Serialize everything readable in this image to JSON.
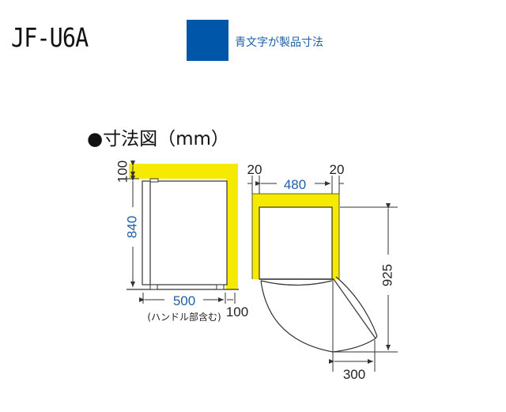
{
  "header": {
    "model": "JF-U6A",
    "legend_text": "青文字が製品寸法",
    "legend_color": "#0056a8"
  },
  "section_title": "●寸法図（mm）",
  "colors": {
    "clearance_yellow": "#f6ea00",
    "product_dim_blue": "#1e5fa6",
    "line": "#333333"
  },
  "side_view": {
    "clearance_top": "100",
    "height": "840",
    "depth": "500",
    "depth_note": "(ハンドル部含む)",
    "clearance_back": "100"
  },
  "top_view": {
    "clearance_left": "20",
    "clearance_right": "20",
    "width": "480",
    "door_open_depth": "925",
    "door_swing": "300"
  }
}
